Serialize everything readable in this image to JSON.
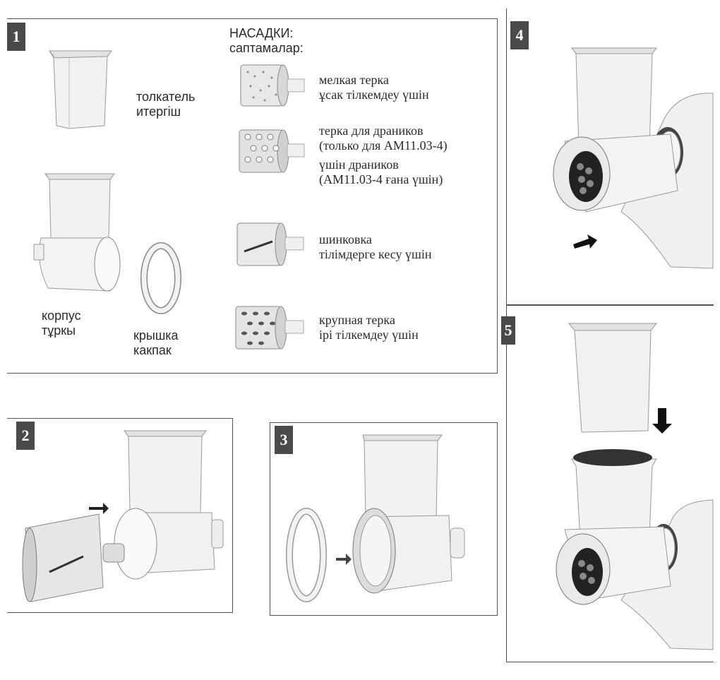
{
  "panel1": {
    "number": "1",
    "heading": [
      "НАСАДКИ:",
      "саптамалар:"
    ],
    "pusher_label": [
      "толкатель",
      "итергіш"
    ],
    "body_label": [
      "корпус",
      "тұркы"
    ],
    "cover_label": [
      "крышка",
      "какпак"
    ],
    "attachments": [
      {
        "lines": [
          "мелкая терка",
          "ұсак тілкемдеу үшін"
        ]
      },
      {
        "lines": [
          "терка для драников",
          "(только для AM11.03-4)",
          "үшін драников",
          "(AM11.03-4 ғана үшін)"
        ]
      },
      {
        "lines": [
          "шинковка",
          "тілімдерге кесу үшін"
        ]
      },
      {
        "lines": [
          "крупная терка",
          "ірі тілкемдеу үшін"
        ]
      }
    ]
  },
  "panel2": {
    "number": "2"
  },
  "panel3": {
    "number": "3"
  },
  "panel4": {
    "number": "4"
  },
  "panel5": {
    "number": "5"
  }
}
